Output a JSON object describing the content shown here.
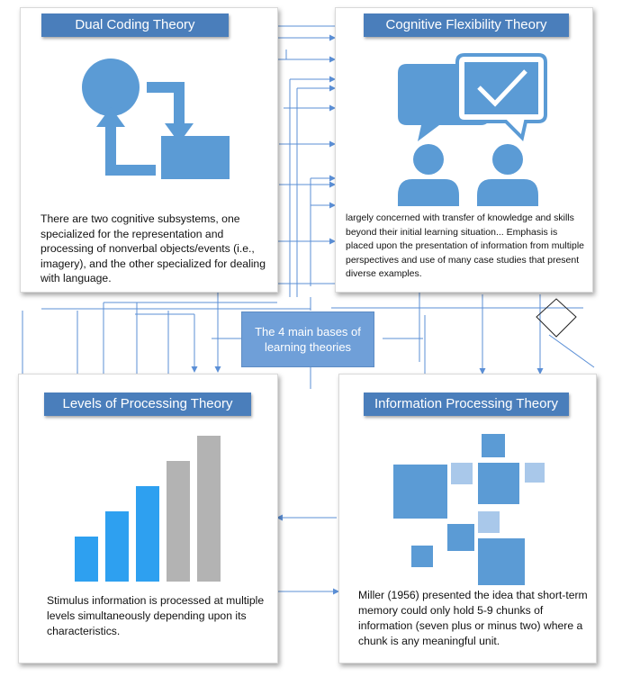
{
  "center": {
    "label": "The 4 main bases of learning theories"
  },
  "cards": {
    "dual": {
      "title": "Dual Coding Theory",
      "text": "There are two cognitive subsystems, one specialized for the representation and processing of nonverbal objects/events (i.e., imagery), and the other specialized for dealing with language."
    },
    "flex": {
      "title": "Cognitive Flexibility Theory",
      "text": "largely concerned with transfer of knowledge and skills beyond their initial learning situation... Emphasis is placed upon the presentation of information from multiple perspectives and use of many case studies that present diverse examples."
    },
    "levels": {
      "title": "Levels of Processing Theory",
      "text": "Stimulus information is processed at multiple levels simultaneously depending upon its characteristics."
    },
    "info": {
      "title": "Information Processing Theory",
      "text": "Miller (1956) presented the idea that short-term memory could only hold 5-9 chunks of information (seven plus or minus two) where a chunk is any meaningful unit."
    }
  },
  "icons": {
    "dual": "cycle-arrows-icon",
    "flex": "people-chat-check-icon",
    "levels": "bar-chart-icon",
    "info": "squares-cluster-icon"
  },
  "bar_chart": {
    "values": [
      50,
      78,
      106,
      134,
      162
    ],
    "colors": [
      "#2ea0f0",
      "#2ea0f0",
      "#2ea0f0",
      "#b3b3b3",
      "#b3b3b3"
    ]
  },
  "colors": {
    "accent": "#4a7ebb",
    "connector": "#5b8fd6",
    "icon_blue": "#5b9bd5"
  }
}
